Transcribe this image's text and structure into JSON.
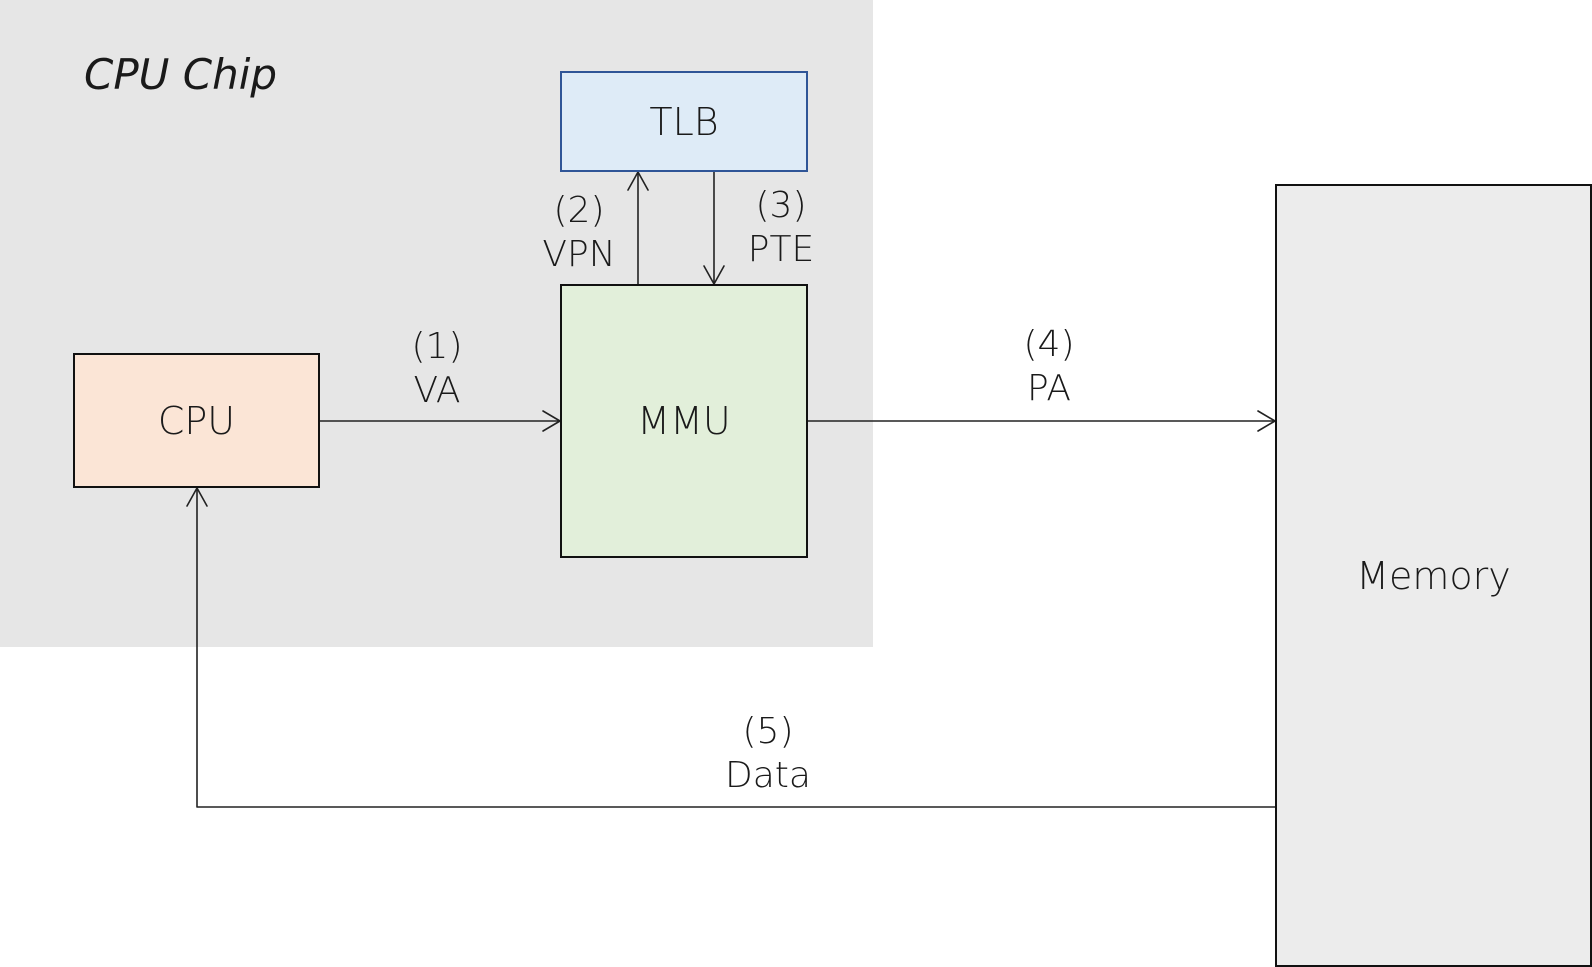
{
  "chip": {
    "title": "CPU Chip"
  },
  "components": {
    "cpu": "CPU",
    "tlb": "TLB",
    "mmu": "MMU",
    "memory": "Memory"
  },
  "steps": [
    {
      "num": "(1)",
      "label": "VA"
    },
    {
      "num": "(2)",
      "label": "VPN"
    },
    {
      "num": "(3)",
      "label": "PTE"
    },
    {
      "num": "(4)",
      "label": "PA"
    },
    {
      "num": "(5)",
      "label": "Data"
    }
  ]
}
